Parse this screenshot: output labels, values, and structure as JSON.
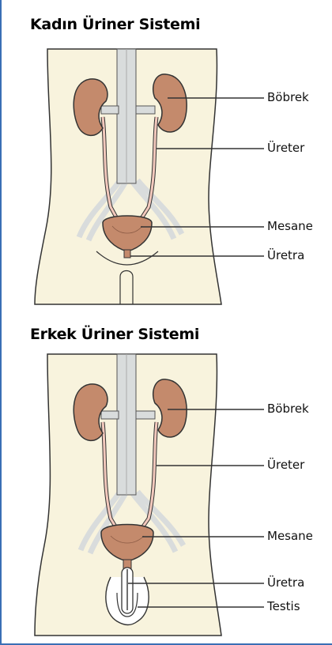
{
  "panels": [
    {
      "title": "Kadın Üriner Sistemi",
      "labels": [
        "Böbrek",
        "Üreter",
        "Mesane",
        "Üretra"
      ]
    },
    {
      "title": "Erkek Üriner Sistemi",
      "labels": [
        "Böbrek",
        "Üreter",
        "Mesane",
        "Üretra",
        "Testis"
      ]
    }
  ],
  "colors": {
    "skin": "#f8f3dd",
    "kidney": "#c48a6c",
    "bladder": "#c48a6c",
    "ureter": "#f2c8bc",
    "vessel": "#d9dcdc",
    "outline": "#333333",
    "frame": "#3a6fb5"
  }
}
